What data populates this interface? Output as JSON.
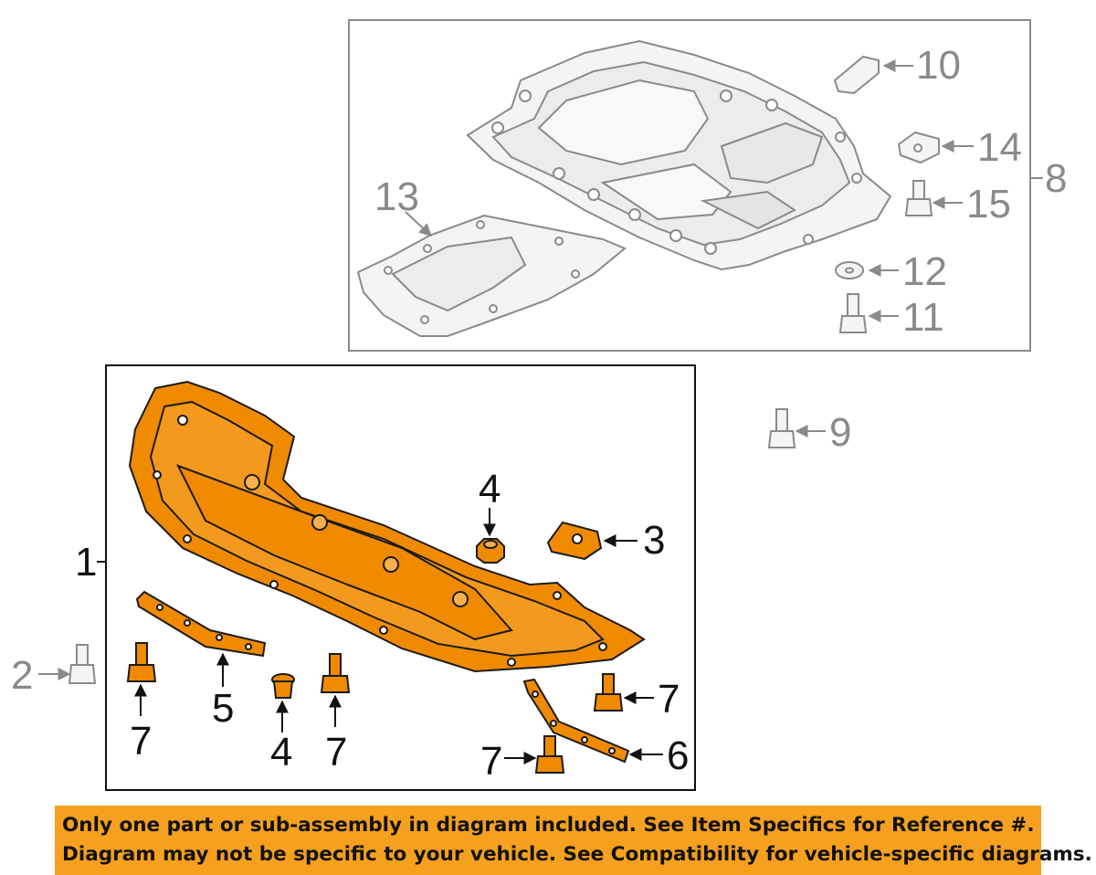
{
  "callouts": {
    "c1": "1",
    "c2": "2",
    "c3": "3",
    "c4a": "4",
    "c4b": "4",
    "c5": "5",
    "c6": "6",
    "c7a": "7",
    "c7b": "7",
    "c7c": "7",
    "c7d": "7",
    "c8": "8",
    "c9": "9",
    "c10": "10",
    "c11": "11",
    "c12": "12",
    "c13": "13",
    "c14": "14",
    "c15": "15"
  },
  "colors": {
    "highlight": "#f08a00",
    "outline": "#1a1a1a",
    "gray_part": "#e6e6e6",
    "gray_outline": "#8a8a8a",
    "banner": "#f5a01e"
  },
  "banner": {
    "line1": "Only one part or sub-assembly in diagram included. See Item Specifics for Reference #.",
    "line2": "Diagram may not be specific to your vehicle. See Compatibility for vehicle-specific diagrams."
  }
}
